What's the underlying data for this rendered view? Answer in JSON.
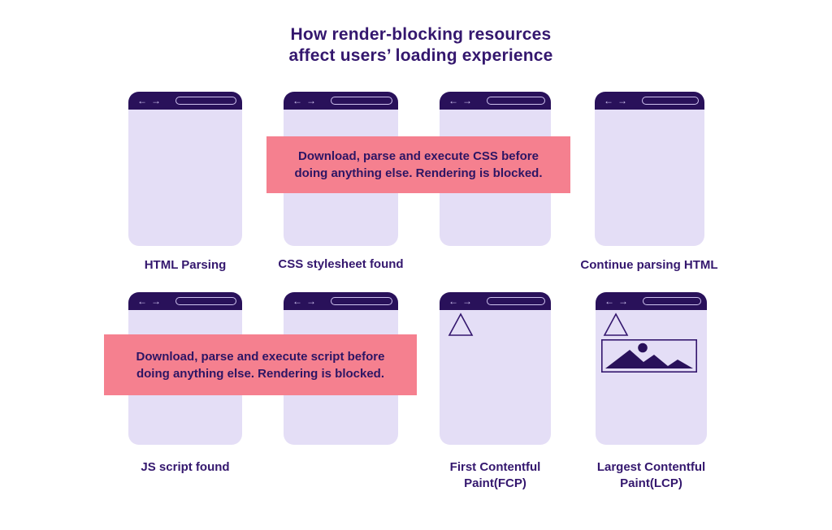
{
  "title": {
    "line1": "How render-blocking resources",
    "line2": "affect users’ loading experience"
  },
  "icons": {
    "back_arrow": "←",
    "forward_arrow": "→",
    "fcp_content": "triangle-icon",
    "lcp_content": [
      "triangle-icon",
      "image-icon"
    ]
  },
  "colors": {
    "toolbar_purple": "#29115a",
    "viewport_lavender": "#e4def6",
    "callout_pink": "#f5808f",
    "text_purple": "#34176e"
  },
  "callouts": [
    {
      "line1": "Download, parse and execute CSS before",
      "line2": "doing anything else. Rendering is blocked."
    },
    {
      "line1": "Download, parse and execute script before",
      "line2": "doing anything else. Rendering is blocked."
    }
  ],
  "windows": [
    {
      "label": "HTML Parsing"
    },
    {
      "label": "CSS stylesheet found"
    },
    {
      "label": ""
    },
    {
      "label": "Continue parsing HTML"
    },
    {
      "label": "JS script found"
    },
    {
      "label": ""
    },
    {
      "label": "First Contentful\nPaint(FCP)"
    },
    {
      "label": "Largest Contentful\nPaint(LCP)"
    }
  ]
}
